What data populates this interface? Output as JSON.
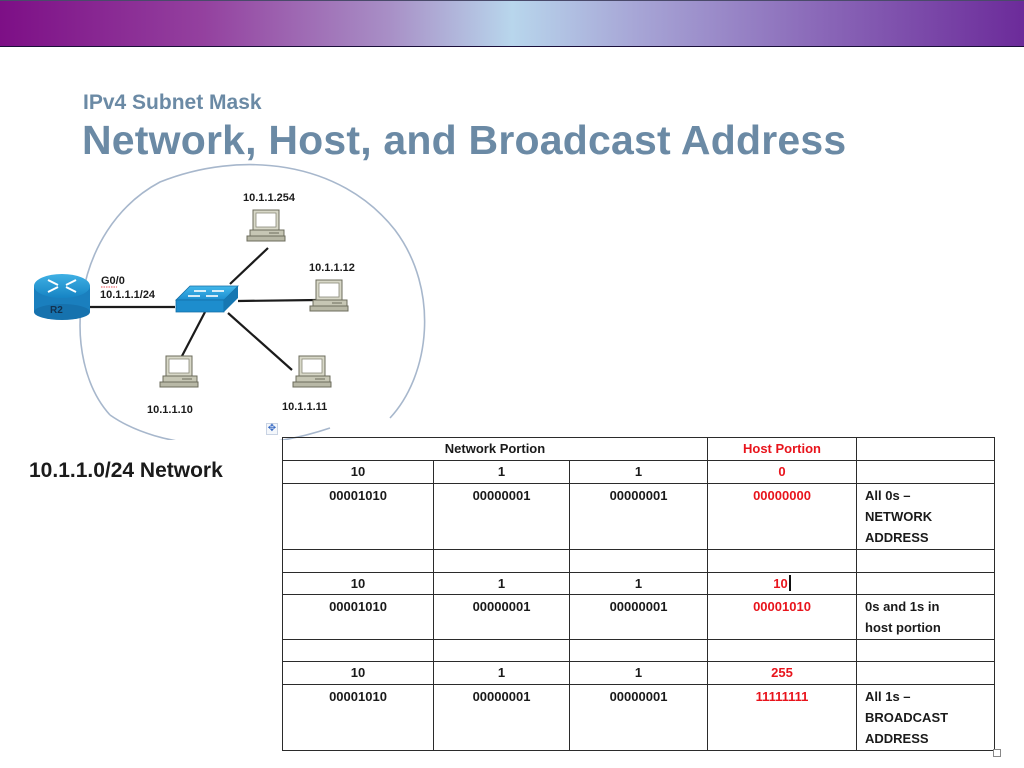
{
  "slide": {
    "subtitle": "IPv4 Subnet Mask",
    "title": "Network, Host, and Broadcast Address",
    "top_bar_colors": [
      "#7d0f86",
      "#b8d6ec",
      "#6c2b9a"
    ],
    "title_color": "#6b8aa5"
  },
  "diagram": {
    "router": {
      "label": "R2",
      "interface": "G0/0",
      "interface_ip": "10.1.1.1/24"
    },
    "hosts": [
      {
        "ip": "10.1.1.254"
      },
      {
        "ip": "10.1.1.12"
      },
      {
        "ip": "10.1.1.10"
      },
      {
        "ip": "10.1.1.11"
      }
    ],
    "network_label": "10.1.1.0/24 Network"
  },
  "table": {
    "header": {
      "network_portion": "Network Portion",
      "host_portion": "Host Portion",
      "extra": ""
    },
    "host_color": "#e8141c",
    "groups": [
      {
        "decimal": [
          "10",
          "1",
          "1",
          "0"
        ],
        "binary": [
          "00001010",
          "00000001",
          "00000001",
          "00000000"
        ],
        "note_lines": [
          "All 0s –",
          "NETWORK",
          "ADDRESS"
        ]
      },
      {
        "decimal": [
          "10",
          "1",
          "1",
          "10"
        ],
        "binary": [
          "00001010",
          "00000001",
          "00000001",
          "00001010"
        ],
        "note_lines": [
          "0s and 1s in",
          "host portion"
        ]
      },
      {
        "decimal": [
          "10",
          "1",
          "1",
          "255"
        ],
        "binary": [
          "00001010",
          "00000001",
          "00000001",
          "11111111"
        ],
        "note_lines": [
          "All 1s –",
          "BROADCAST",
          "ADDRESS"
        ]
      }
    ]
  },
  "icons": {
    "table_move_handle": "✥"
  }
}
